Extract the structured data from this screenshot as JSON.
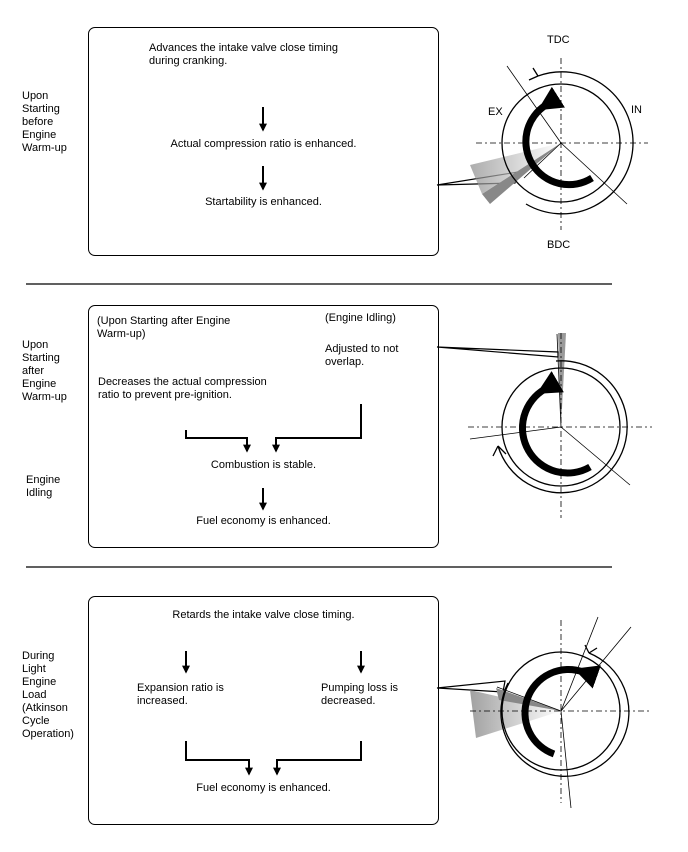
{
  "sections": [
    {
      "side_label": "Upon\nStarting\nbefore\nEngine\nWarm-up",
      "box_lines": [
        "Advances the intake valve close timing\nduring cranking.",
        "Actual compression ratio is enhanced.",
        "Startability is enhanced."
      ],
      "diagram_labels": {
        "tdc": "TDC",
        "bdc": "BDC",
        "ex": "EX",
        "in": "IN"
      }
    },
    {
      "side_label_1": "Upon\nStarting\nafter\nEngine\nWarm-up",
      "side_label_2": "Engine\nIdling",
      "left_header": "(Upon Starting after Engine\nWarm-up)",
      "right_header": "(Engine Idling)",
      "left_text": "Decreases the actual compression\nratio to prevent pre-ignition.",
      "right_text": "Adjusted to not\noverlap.",
      "result_1": "Combustion is stable.",
      "result_2": "Fuel economy is enhanced."
    },
    {
      "side_label": "During\nLight\nEngine\nLoad\n(Atkinson\nCycle\nOperation)",
      "top_text": "Retards the intake valve close timing.",
      "left_text": "Expansion ratio is\nincreased.",
      "right_text": "Pumping loss is\ndecreased.",
      "result": "Fuel economy is enhanced."
    }
  ]
}
